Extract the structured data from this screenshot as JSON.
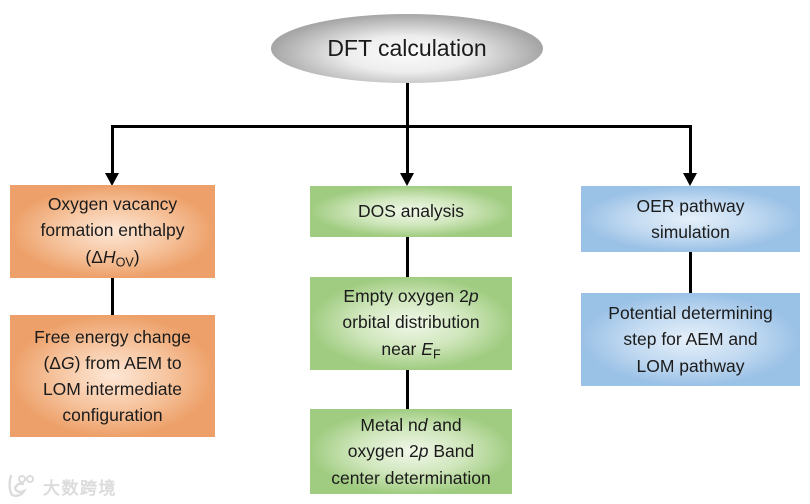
{
  "figure": {
    "root_label": "DFT calculation",
    "watermark_text": "大数跨境"
  },
  "colors": {
    "line": "#000000",
    "text": "#1b1b1b",
    "orange_edge": "#eda069",
    "orange_center": "#fde7d6",
    "green_edge": "#a0cc81",
    "green_center": "#f1f8ea",
    "blue_edge": "#9ac1e6",
    "blue_center": "#e6f0fa",
    "ellipse_edge": "#a6a6a6",
    "ellipse_center": "#fbfbfb",
    "watermark": "#dcdcdc"
  },
  "branch_left": {
    "box1": {
      "line1": "Oxygen vacancy",
      "line2": "formation enthalpy",
      "line3_pre": "(Δ",
      "line3_h": "H",
      "line3_sub": "OV",
      "line3_post": ")"
    },
    "box2": {
      "line1": "Free energy change",
      "line2_pre": "(Δ",
      "line2_g": "G",
      "line2_post": ") from AEM to",
      "line3": "LOM intermediate",
      "line4": "configuration"
    }
  },
  "branch_middle": {
    "box1": {
      "line1": "DOS analysis"
    },
    "box2": {
      "line1_pre": "Empty oxygen 2",
      "line1_p": "p",
      "line2": "orbital distribution",
      "line3_pre": "near ",
      "line3_e": "E",
      "line3_sub": "F"
    },
    "box3": {
      "line1_pre": "Metal n",
      "line1_d": "d",
      "line1_post": " and",
      "line2_pre": "oxygen 2",
      "line2_p": "p",
      "line2_post": " Band",
      "line3": "center determination"
    }
  },
  "branch_right": {
    "box1": {
      "line1": "OER pathway",
      "line2": "simulation"
    },
    "box2": {
      "line1": "Potential determining",
      "line2": "step for AEM and",
      "line3": "LOM pathway"
    }
  }
}
